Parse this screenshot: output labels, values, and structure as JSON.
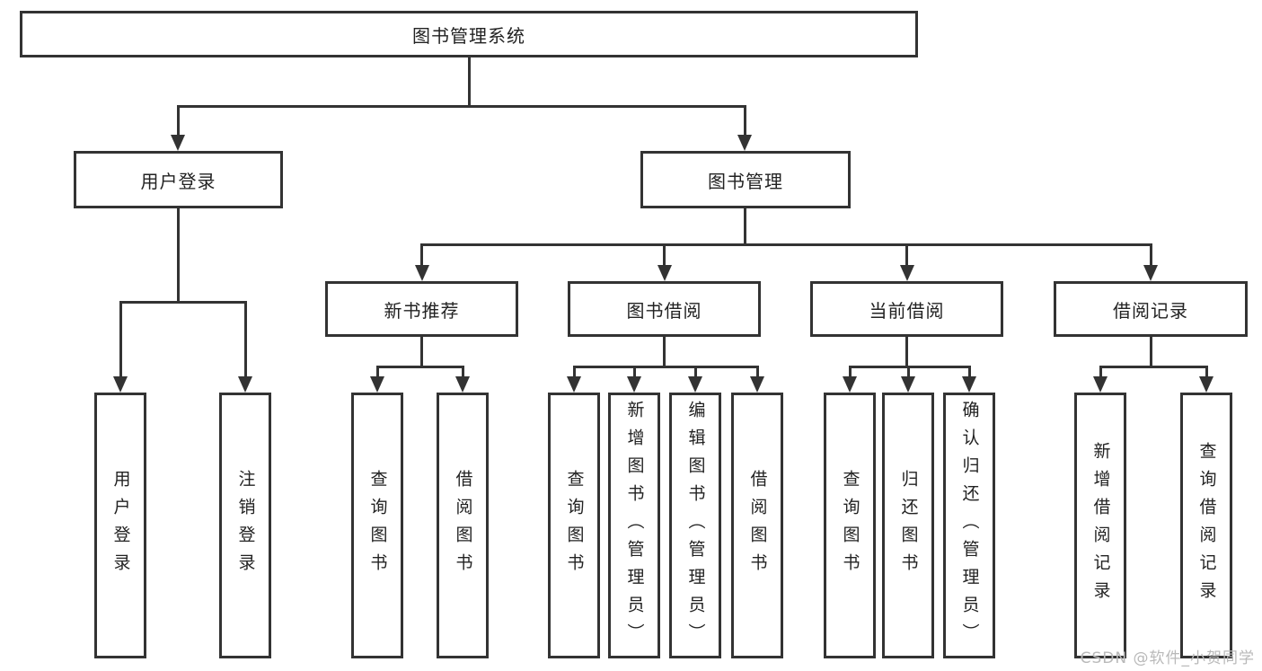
{
  "tree": {
    "root": {
      "label": "图书管理系统",
      "children": [
        {
          "label": "用户登录",
          "children": [
            {
              "label": "用户登录"
            },
            {
              "label": "注销登录"
            }
          ]
        },
        {
          "label": "图书管理",
          "children": [
            {
              "label": "新书推荐",
              "children": [
                {
                  "label": "查询图书"
                },
                {
                  "label": "借阅图书"
                }
              ]
            },
            {
              "label": "图书借阅",
              "children": [
                {
                  "label": "查询图书"
                },
                {
                  "label": "新增图书（管理员）"
                },
                {
                  "label": "编辑图书（管理员）"
                },
                {
                  "label": "借阅图书"
                }
              ]
            },
            {
              "label": "当前借阅",
              "children": [
                {
                  "label": "查询图书"
                },
                {
                  "label": "归还图书"
                },
                {
                  "label": "确认归还（管理员）"
                }
              ]
            },
            {
              "label": "借阅记录",
              "children": [
                {
                  "label": "新增借阅记录"
                },
                {
                  "label": "查询借阅记录"
                }
              ]
            }
          ]
        }
      ]
    }
  },
  "watermark": {
    "text": "CSDN @软件_小贺同学"
  },
  "colors": {
    "line": "#333333",
    "text": "#222222",
    "background": "#ffffff",
    "watermark": "#b9b9b9"
  }
}
